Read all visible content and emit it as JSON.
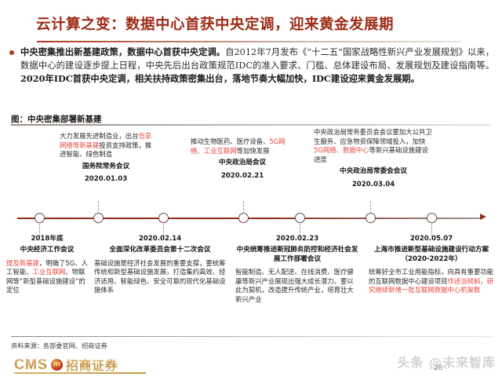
{
  "header": {
    "title": "云计算之变：数据中心首获中央定调，迎来黄金发展期"
  },
  "paragraph": {
    "lead": "中央密集推出新基建政策，数据中心首获中央定调。",
    "rest": "自2012年7月发布《“十二五”国家战略性新兴产业发展规划》以来，数据中心的建设逐步提上日程，中央先后出台政策规范IDC的准入要求、门槛、总体建设布局、发展规划及建设指南等。",
    "tail_bold": "2020年IDC首获中央定调，相关扶持政策密集出台，落地节奏大幅加快，IDC建设迎来黄金发展期。"
  },
  "figure": {
    "caption": "图：中央密集部署新基建"
  },
  "timeline": {
    "nodes_x": [
      50,
      125,
      208,
      310,
      382,
      472,
      550
    ],
    "above": [
      {
        "id": "t-2020-01-03",
        "body_parts": [
          {
            "text": "大力发展先进制造业，出台",
            "hl": false
          },
          {
            "text": "信息网络等新基建",
            "hl": true
          },
          {
            "text": "投资支持政策，推进智能、绿色制造",
            "hl": false
          }
        ],
        "meeting": "国务院常务会议",
        "date": "2020.01.03"
      },
      {
        "id": "t-2020-02-21",
        "body_parts": [
          {
            "text": "推动生物医药、医疗设备、",
            "hl": false
          },
          {
            "text": "5G网络、工业互联网",
            "hl": true
          },
          {
            "text": "等加快发展",
            "hl": false
          }
        ],
        "meeting": "中央政治局会议",
        "date": "2020.02.21"
      },
      {
        "id": "t-2020-03-04",
        "body_parts": [
          {
            "text": "中央政治局常务委员会会议要加大公共卫生服务、应急物资保障领域投入，加快",
            "hl": false
          },
          {
            "text": "5G网络、数据中心",
            "hl": true
          },
          {
            "text": "等新兴基础设施建设进度",
            "hl": false
          }
        ],
        "meeting": "中央政治局常委会会议",
        "date": "2020.03.04"
      }
    ],
    "below": [
      {
        "id": "t-2018-end",
        "date": "2018年底",
        "meeting": "中央经济工作会议",
        "body_parts": [
          {
            "text": "提及新基建",
            "hl": true
          },
          {
            "text": "，明确了5G、人工智能、",
            "hl": false
          },
          {
            "text": "工业互联网",
            "hl": true
          },
          {
            "text": "、物联网等“新型基础设施建设”的定位",
            "hl": false
          }
        ]
      },
      {
        "id": "t-2020-02-14",
        "date": "2020.02.14",
        "meeting": "全面深化改革委员会第十二次会议",
        "body_parts": [
          {
            "text": "基础设施是经济社会发展的重要支撑，要统筹传统和新型基础设施发展，打造集约高效、经济适用、智能绿色、安全可靠的现代化基础设施体系",
            "hl": false
          }
        ]
      },
      {
        "id": "t-2020-02-23",
        "date": "2020.02.23",
        "meeting": "中央统筹推进新冠肺炎防控和经济社会发展工作部署会议",
        "body_parts": [
          {
            "text": "智能制造、无人配送、在线消费、医疗健康等新兴产业展现出强大成长潜力。要以此为契机，改造提升传统产业，培育壮大新兴产业",
            "hl": false
          }
        ]
      },
      {
        "id": "t-2020-05-07",
        "date": "2020.05.07",
        "meeting": "上海市推进新型基础设施建设行动方案（2020-2022年）",
        "body_parts": [
          {
            "text": "统筹好全市工业用能指标，向具有重要功能的互联网数据中心建设项目",
            "hl": false
          },
          {
            "text": "作适当倾斜，研究继续新增一批互联网数据中心机架数",
            "hl": true
          }
        ]
      }
    ]
  },
  "footer": {
    "source": "资料来源：各部委官网、招商证券",
    "logo_latin": "CMS",
    "logo_seal": "m",
    "logo_cn": "招商证券",
    "watermark": "头条 @未来智库",
    "page_number": "- 28 -"
  },
  "colors": {
    "title": "#9e2a16",
    "highlight": "#e8453c",
    "axis": "#8d2f1c",
    "logo_gold": "#c08f3c"
  }
}
